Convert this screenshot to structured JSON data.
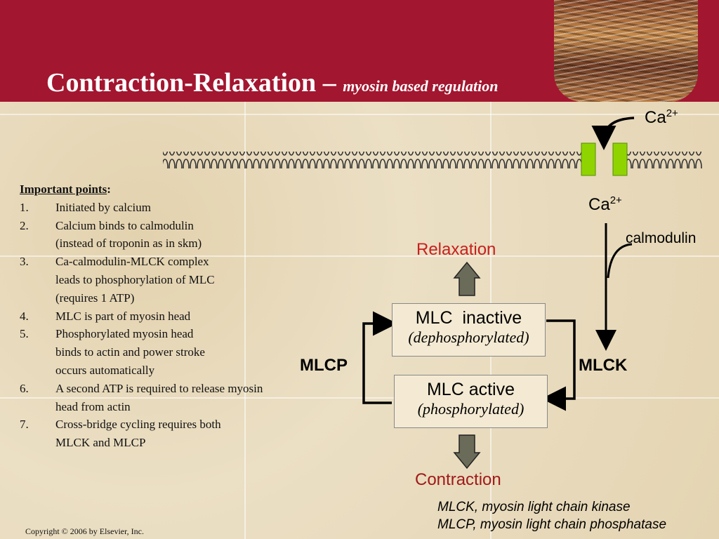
{
  "title": {
    "main": "Contraction-Relaxation",
    "dash": " – ",
    "sub": "myosin based regulation"
  },
  "points": {
    "heading": "Important points",
    "heading_colon": ":",
    "items": [
      {
        "num": "1.",
        "lines": [
          "Initiated by calcium"
        ]
      },
      {
        "num": "2.",
        "lines": [
          "Calcium binds to calmodulin",
          "(instead of troponin as in skm)"
        ]
      },
      {
        "num": "3.",
        "lines": [
          "Ca-calmodulin-MLCK complex",
          "leads to phosphorylation of MLC",
          "(requires 1 ATP)"
        ]
      },
      {
        "num": "4.",
        "lines": [
          "MLC is part of myosin head"
        ]
      },
      {
        "num": "5.",
        "lines": [
          "Phosphorylated myosin head",
          "binds to actin and power stroke",
          "occurs automatically"
        ]
      },
      {
        "num": "6.",
        "lines": [
          "A second ATP is required to release myosin",
          "head from actin"
        ]
      },
      {
        "num": "7.",
        "lines": [
          "Cross-bridge cycling requires both",
          "MLCK and MLCP"
        ]
      }
    ]
  },
  "diagram": {
    "ca_out": {
      "base": "Ca",
      "sup": "2+"
    },
    "ca_in": {
      "base": "Ca",
      "sup": "2+"
    },
    "calmodulin": "calmodulin",
    "relaxation": "Relaxation",
    "contraction": "Contraction",
    "mlc_inactive": "MLC  inactive",
    "mlc_inactive_sub": "(dephosphorylated)",
    "mlc_active": "MLC active",
    "mlc_active_sub": "(phosphorylated)",
    "mlcp": "MLCP",
    "mlck": "MLCK"
  },
  "legend": {
    "line1": "MLCK, myosin light chain kinase",
    "line2": "MLCP, myosin light chain phosphatase"
  },
  "copyright": "Copyright © 2006 by Elsevier, Inc.",
  "colors": {
    "header": "#a3162f",
    "accent_red": "#c8201e",
    "channel_green": "#8fd400"
  }
}
